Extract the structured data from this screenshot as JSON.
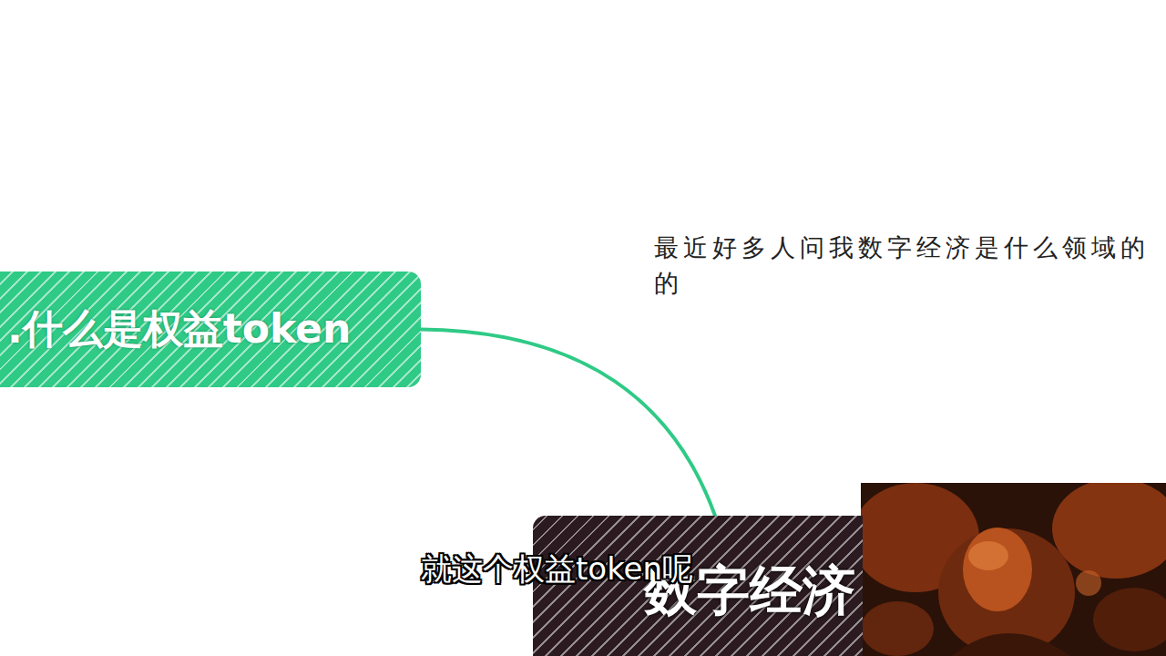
{
  "diagram": {
    "nodes": [
      {
        "text": [
          ".什么是权益token"
        ]
      },
      {
        "text": [
          "数字经济"
        ]
      }
    ],
    "edges": [
      {
        "from": 0,
        "to": 1,
        "arrow": "none"
      }
    ],
    "labels": [
      "最近好多人问我数字经济是什么领域的 的",
      "就这个权益token呢"
    ]
  }
}
